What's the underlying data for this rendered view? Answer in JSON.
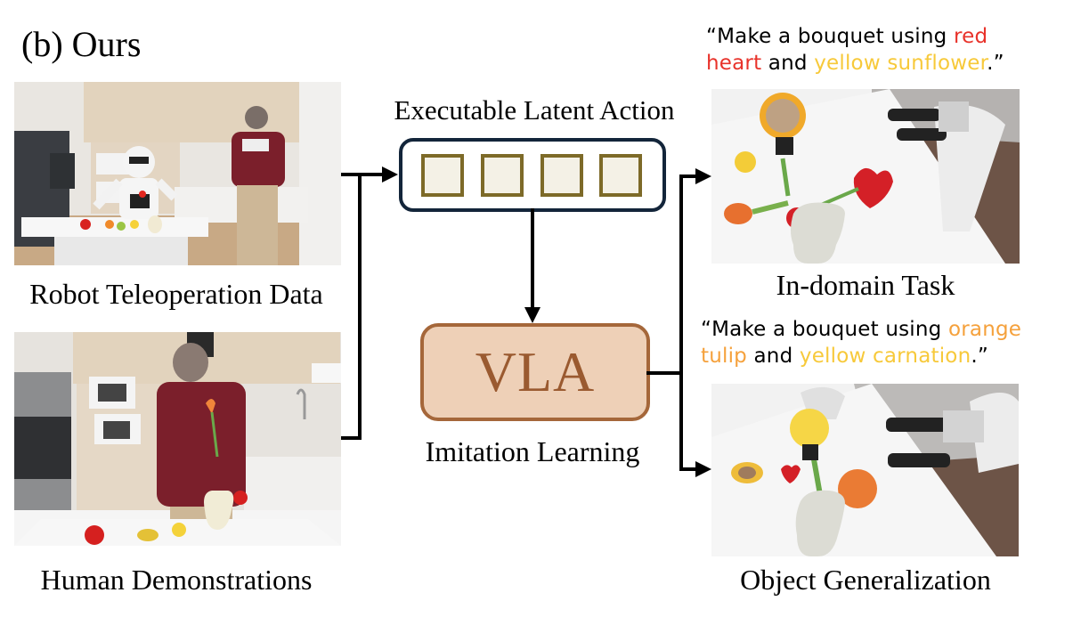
{
  "title": "(b) Ours",
  "inputs": {
    "robot_caption": "Robot Teleoperation Data",
    "human_caption": "Human Demonstrations"
  },
  "latent": {
    "label": "Executable Latent Action",
    "token_count": 4
  },
  "vla": {
    "label": "VLA",
    "caption": "Imitation Learning"
  },
  "outputs": {
    "in_domain": {
      "caption": "In-domain Task",
      "instruction": [
        {
          "text": "“Make a bouquet using ",
          "color": "#000000"
        },
        {
          "text": "red",
          "color": "#e8322a"
        },
        {
          "text": "\n",
          "color": "#000000"
        },
        {
          "text": "heart",
          "color": "#e8322a"
        },
        {
          "text": " and ",
          "color": "#000000"
        },
        {
          "text": "yellow sunflower",
          "color": "#f7c93a"
        },
        {
          "text": ".”",
          "color": "#000000"
        }
      ]
    },
    "generalization": {
      "caption": "Object Generalization",
      "instruction": [
        {
          "text": "“Make a bouquet using ",
          "color": "#000000"
        },
        {
          "text": "orange",
          "color": "#f5a13c"
        },
        {
          "text": "\n",
          "color": "#000000"
        },
        {
          "text": "tulip",
          "color": "#f5a13c"
        },
        {
          "text": " and ",
          "color": "#000000"
        },
        {
          "text": "yellow carnation",
          "color": "#f7c93a"
        },
        {
          "text": ".”",
          "color": "#000000"
        }
      ]
    }
  },
  "colors": {
    "latent_border": "#13253a",
    "token_border": "#7d6a28",
    "token_fill": "#f4f1e6",
    "vla_border": "#a5673a",
    "vla_fill": "#eed0b7",
    "vla_text": "#9a5a30"
  }
}
